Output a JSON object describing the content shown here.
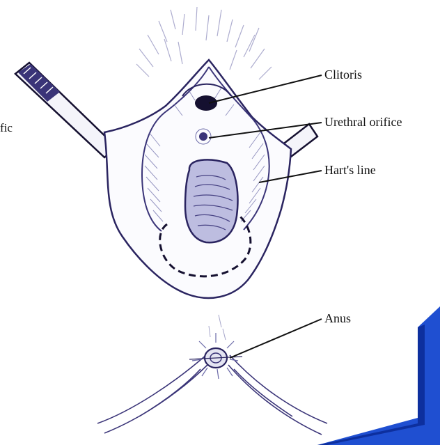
{
  "labels": {
    "clitoris": "Clitoris",
    "urethral_orifice": "Urethral orifice",
    "harts_line": "Hart's line",
    "anus": "Anus",
    "cut_off_left": "fic"
  },
  "colors": {
    "ink": "#3a3478",
    "ink_dark": "#151030",
    "shading": "#6b6aa8",
    "label_text": "#111111",
    "blue_accent": "#1f4fd1",
    "blue_accent_dark": "#0d2f9e"
  }
}
